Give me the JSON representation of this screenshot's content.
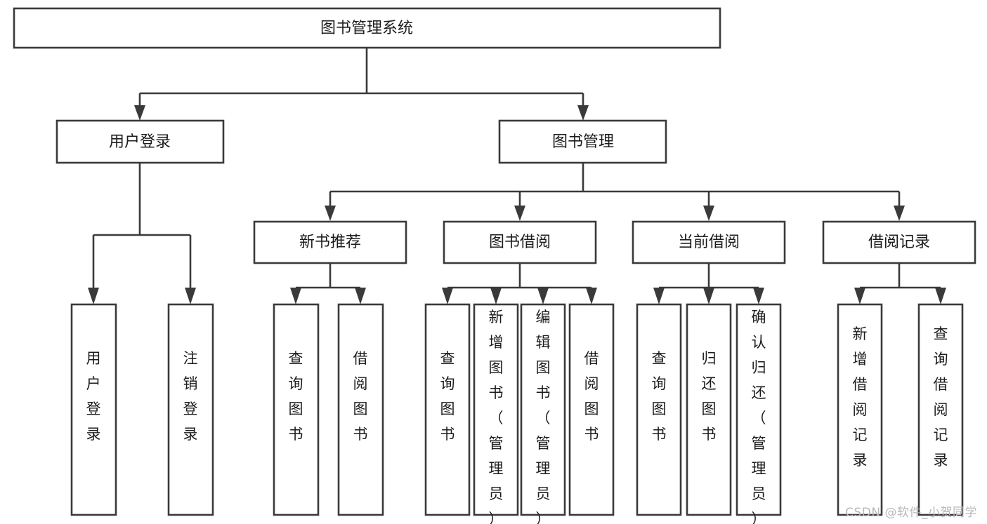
{
  "diagram": {
    "type": "tree-hierarchy-diagram",
    "title": "图书管理系统",
    "orientation": "top-down",
    "background_color": "#ffffff",
    "box_fill": "#ffffff",
    "box_stroke": "#3a3a3a",
    "connector_color": "#3a3a3a",
    "text_color": "#1c1c1c"
  },
  "watermark": {
    "text": "CSDN @软件_小贺同学",
    "color": "#b8b8b8"
  },
  "nodes": {
    "root": {
      "label": "图书管理系统",
      "level": 1
    },
    "level2": [
      {
        "id": "user-login",
        "label": "用户登录"
      },
      {
        "id": "book-management",
        "label": "图书管理"
      }
    ],
    "level3": [
      {
        "id": "new-book-recommend",
        "label": "新书推荐"
      },
      {
        "id": "book-borrow",
        "label": "图书借阅"
      },
      {
        "id": "current-borrow",
        "label": "当前借阅"
      },
      {
        "id": "borrow-record",
        "label": "借阅记录"
      }
    ],
    "leaves": {
      "user-login": [
        {
          "id": "leaf-user-login",
          "label": "用户登录"
        },
        {
          "id": "leaf-logout",
          "label": "注销登录"
        }
      ],
      "new-book-recommend": [
        {
          "id": "leaf-query-book-1",
          "label": "查询图书"
        },
        {
          "id": "leaf-borrow-book-1",
          "label": "借阅图书"
        }
      ],
      "book-borrow": [
        {
          "id": "leaf-query-book-2",
          "label": "查询图书"
        },
        {
          "id": "leaf-add-book",
          "label": "新增图书（管理员）"
        },
        {
          "id": "leaf-edit-book",
          "label": "编辑图书（管理员）"
        },
        {
          "id": "leaf-borrow-book-2",
          "label": "借阅图书"
        }
      ],
      "current-borrow": [
        {
          "id": "leaf-query-book-3",
          "label": "查询图书"
        },
        {
          "id": "leaf-return-book",
          "label": "归还图书"
        },
        {
          "id": "leaf-confirm-return",
          "label": "确认归还（管理员）"
        }
      ],
      "borrow-record": [
        {
          "id": "leaf-add-record",
          "label": "新增借阅记录"
        },
        {
          "id": "leaf-query-record",
          "label": "查询借阅记录"
        }
      ]
    }
  }
}
